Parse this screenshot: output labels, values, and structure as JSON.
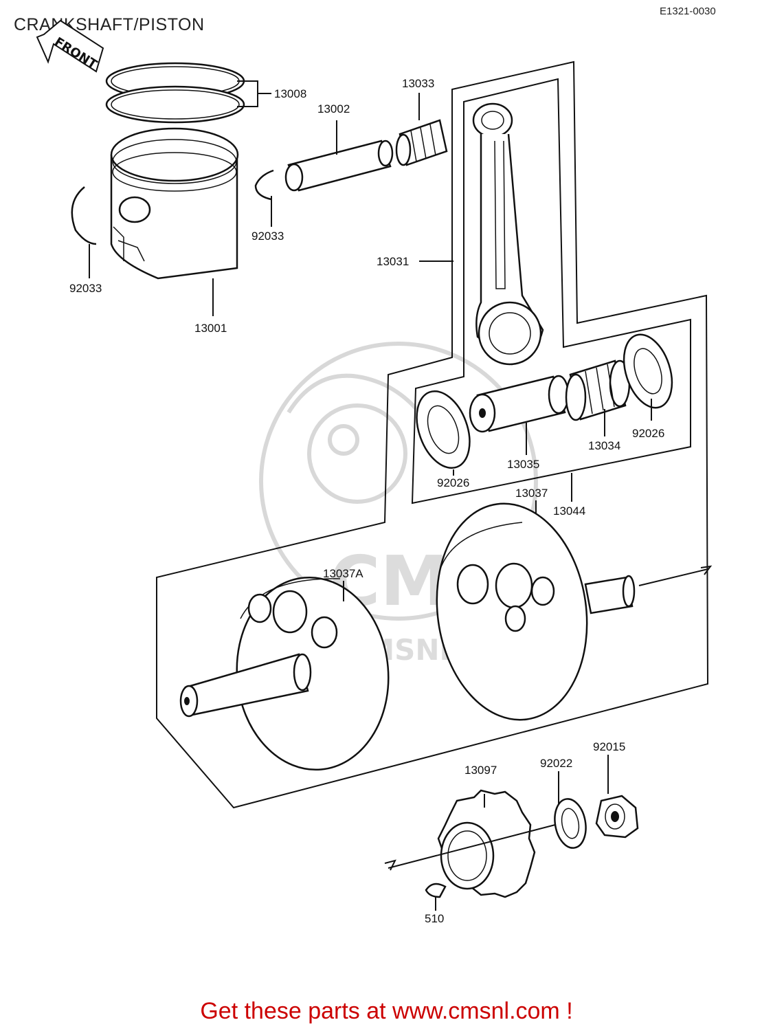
{
  "header": {
    "title": "CRANKSHAFT/PISTON",
    "diagram_code": "E1321-0030",
    "front_arrow_label": "FRONT"
  },
  "watermark": {
    "brand": "CMS",
    "url": "WWW.CMSNL.COM"
  },
  "parts": {
    "p13008": "13008",
    "p13002": "13002",
    "p13033": "13033",
    "p92033_a": "92033",
    "p92033_b": "92033",
    "p13001": "13001",
    "p13031": "13031",
    "p92026_a": "92026",
    "p92026_b": "92026",
    "p13035": "13035",
    "p13034": "13034",
    "p13037": "13037",
    "p13044": "13044",
    "p13037A": "13037A",
    "p13097": "13097",
    "p92022": "92022",
    "p92015": "92015",
    "p510": "510"
  },
  "footer": {
    "text": "Get these parts at www.cmsnl.com !"
  }
}
